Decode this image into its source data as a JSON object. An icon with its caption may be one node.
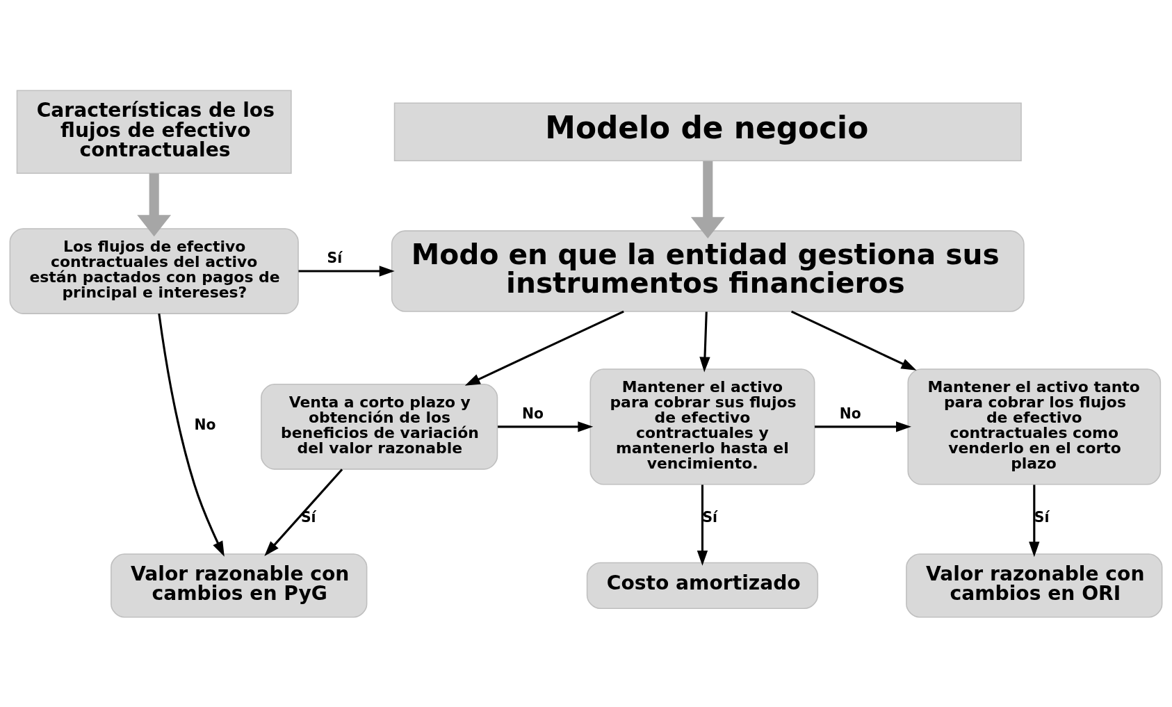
{
  "diagram": {
    "nodes": [
      {
        "text": [
          "Características de los flujos de efectivo contractuales"
        ]
      },
      {
        "text": [
          "Modelo de negocio"
        ]
      },
      {
        "text": [
          "Los flujos de efectivo contractuales del activo están pactados con pagos de principal e intereses?"
        ]
      },
      {
        "text": [
          "Modo en que la entidad gestiona sus instrumentos financieros"
        ]
      },
      {
        "text": [
          "Venta a corto plazo y obtención de los beneficios de variación del valor razonable"
        ]
      },
      {
        "text": [
          "Mantener el activo para cobrar sus flujos de efectivo contractuales y mantenerlo hasta el vencimiento."
        ]
      },
      {
        "text": [
          "Mantener el activo tanto para cobrar los flujos de efectivo contractuales como venderlo en el corto plazo"
        ]
      },
      {
        "text": [
          "Valor razonable con cambios en PyG"
        ]
      },
      {
        "text": [
          "Costo amortizado"
        ]
      },
      {
        "text": [
          "Valor razonable con cambios en ORI"
        ]
      }
    ],
    "edges": [
      {
        "from": 0,
        "to": 2,
        "arrow": "to",
        "style": "thick",
        "color": "#a6a6a6"
      },
      {
        "from": 1,
        "to": 3,
        "arrow": "to",
        "style": "thick",
        "color": "#a6a6a6"
      },
      {
        "from": 2,
        "to": 3,
        "arrow": "to",
        "label": "Sí"
      },
      {
        "from": 2,
        "to": 7,
        "arrow": "to",
        "label": "No"
      },
      {
        "from": 3,
        "to": 4,
        "arrow": "to"
      },
      {
        "from": 3,
        "to": 5,
        "arrow": "to"
      },
      {
        "from": 3,
        "to": 6,
        "arrow": "to"
      },
      {
        "from": 4,
        "to": 5,
        "arrow": "to",
        "label": "No"
      },
      {
        "from": 5,
        "to": 6,
        "arrow": "to",
        "label": "No"
      },
      {
        "from": 4,
        "to": 7,
        "arrow": "to",
        "label": "Sí"
      },
      {
        "from": 5,
        "to": 8,
        "arrow": "to",
        "label": "Sí"
      },
      {
        "from": 6,
        "to": 9,
        "arrow": "to",
        "label": "Sí"
      }
    ]
  }
}
